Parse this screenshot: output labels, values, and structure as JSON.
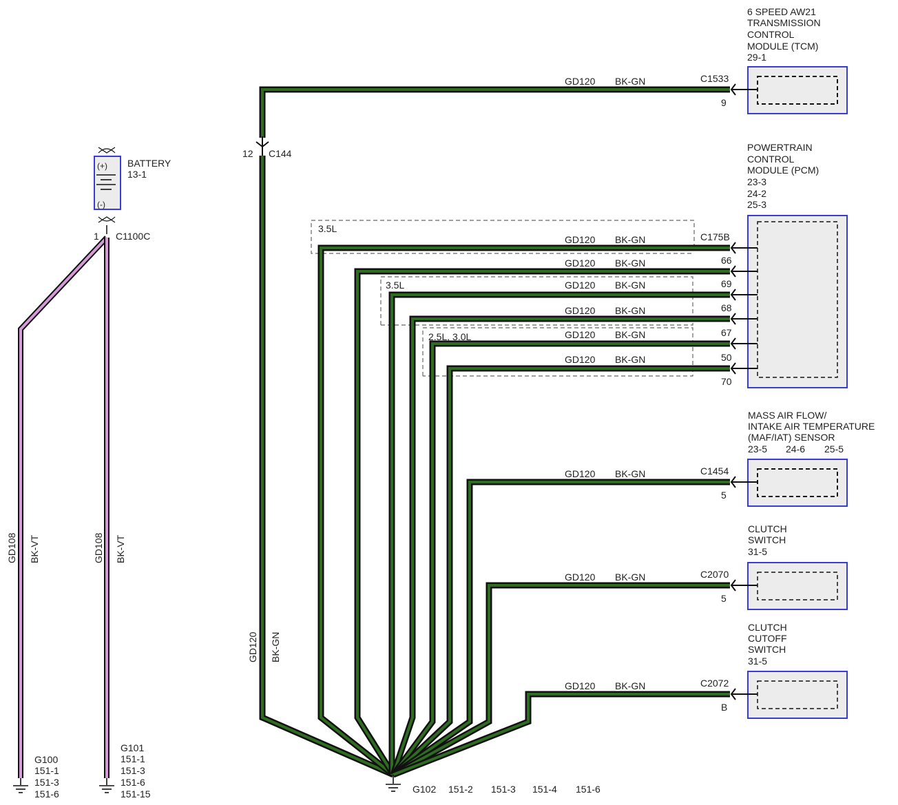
{
  "colors": {
    "wire_core": "#2f6b21",
    "wire_edge": "#111111",
    "wire_violet_core": "#d59ad8",
    "component_fill": "#ececec",
    "component_border": "#3b3bdb",
    "text": "#222222"
  },
  "icons": {
    "battery": "battery-icon",
    "ground": "ground-icon",
    "connector": "connector-arrow-icon"
  },
  "battery": {
    "name": "BATTERY",
    "ref": "13-1",
    "plus": "(+)",
    "minus": "(-)",
    "connector": "C1100C",
    "pin": "1"
  },
  "left_wires": [
    {
      "circuit": "GD108",
      "color": "BK-VT"
    },
    {
      "circuit": "GD108",
      "color": "BK-VT"
    }
  ],
  "grounds": [
    {
      "name": "G100",
      "refs": [
        "151-1",
        "151-3",
        "151-6"
      ]
    },
    {
      "name": "G101",
      "refs": [
        "151-1",
        "151-3",
        "151-6",
        "151-15"
      ]
    },
    {
      "name": "G102",
      "refs": [
        "151-2",
        "151-3",
        "151-4",
        "151-6"
      ]
    }
  ],
  "inline_connector": {
    "name": "C144",
    "pin": "12"
  },
  "trunk_wire": {
    "circuit": "GD120",
    "color": "BK-GN"
  },
  "components": [
    {
      "id": "tcm",
      "lines": [
        "6 SPEED AW21",
        "TRANSMISSION",
        "CONTROL",
        "MODULE (TCM)",
        "29-1"
      ]
    },
    {
      "id": "pcm",
      "lines": [
        "POWERTRAIN",
        "CONTROL",
        "MODULE (PCM)",
        "23-3",
        "24-2",
        "25-3"
      ]
    },
    {
      "id": "maf",
      "lines": [
        "MASS AIR FLOW/",
        "INTAKE AIR TEMPERATURE",
        "(MAF/IAT) SENSOR"
      ],
      "refs": [
        "23-5",
        "24-6",
        "25-5"
      ]
    },
    {
      "id": "clutch",
      "lines": [
        "CLUTCH",
        "SWITCH",
        "31-5"
      ]
    },
    {
      "id": "cutoff",
      "lines": [
        "CLUTCH",
        "CUTOFF",
        "SWITCH",
        "31-5"
      ]
    }
  ],
  "branches": [
    {
      "circuit": "GD120",
      "color": "BK-GN",
      "connector": "C1533",
      "pin": "9"
    },
    {
      "circuit": "GD120",
      "color": "BK-GN",
      "connector": "C175B",
      "pin": ""
    },
    {
      "circuit": "GD120",
      "color": "BK-GN",
      "connector": "",
      "pin": "66"
    },
    {
      "circuit": "GD120",
      "color": "BK-GN",
      "connector": "",
      "pin": "69"
    },
    {
      "circuit": "GD120",
      "color": "BK-GN",
      "connector": "",
      "pin": "68"
    },
    {
      "circuit": "GD120",
      "color": "BK-GN",
      "connector": "",
      "pin": "67"
    },
    {
      "circuit": "GD120",
      "color": "BK-GN",
      "connector": "",
      "pin": "50"
    },
    {
      "circuit": "GD120",
      "color": "BK-GN",
      "connector": "",
      "pin": "70"
    },
    {
      "circuit": "GD120",
      "color": "BK-GN",
      "connector": "C1454",
      "pin": "5"
    },
    {
      "circuit": "GD120",
      "color": "BK-GN",
      "connector": "C2070",
      "pin": "5"
    },
    {
      "circuit": "GD120",
      "color": "BK-GN",
      "connector": "C2072",
      "pin": "B"
    }
  ],
  "engine_options": [
    "3.5L",
    "3.5L",
    "2.5L, 3.0L"
  ]
}
